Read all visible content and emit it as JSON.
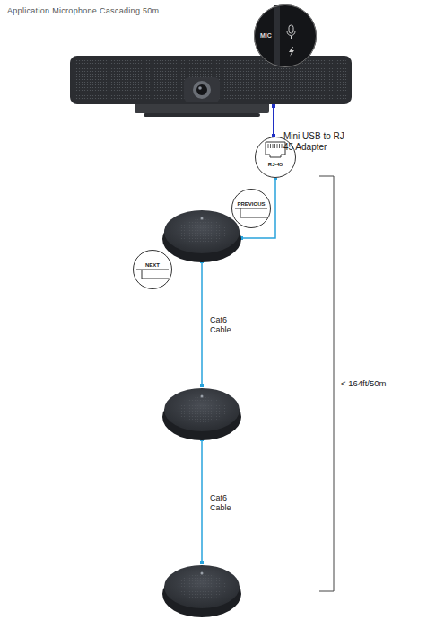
{
  "diagram": {
    "title": "Application Microphone Cascading 50m",
    "nodes": [
      {
        "text": [
          "MIC"
        ]
      },
      {
        "text": [
          "RJ-45"
        ]
      },
      {
        "text": [
          "PREVIOUS"
        ]
      },
      {
        "text": [
          "NEXT"
        ]
      }
    ],
    "labels": [
      "Mini USB to RJ-45 Adapter",
      "Cat6 Cable",
      "Cat6 Cable",
      "< 164ft/50m"
    ]
  }
}
